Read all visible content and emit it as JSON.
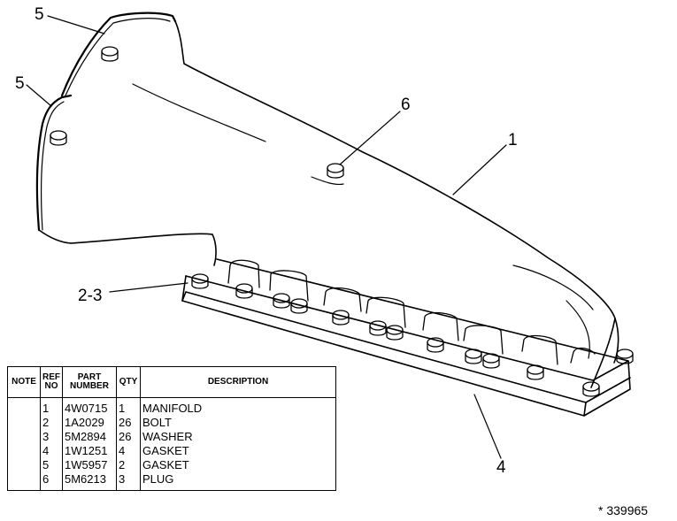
{
  "callouts": [
    {
      "id": "c5a",
      "label": "5"
    },
    {
      "id": "c5b",
      "label": "5"
    },
    {
      "id": "c6",
      "label": "6"
    },
    {
      "id": "c1",
      "label": "1"
    },
    {
      "id": "c23",
      "label": "2-3"
    },
    {
      "id": "c4",
      "label": "4"
    }
  ],
  "parts_table": {
    "headers": {
      "note": "NOTE",
      "ref_line1": "REF",
      "ref_line2": "NO",
      "part_line1": "PART",
      "part_line2": "NUMBER",
      "qty": "QTY",
      "description": "DESCRIPTION"
    },
    "rows": [
      {
        "note": "",
        "ref": "1",
        "part": "4W0715",
        "qty": "1",
        "description": "MANIFOLD"
      },
      {
        "note": "",
        "ref": "2",
        "part": "1A2029",
        "qty": "26",
        "description": "BOLT"
      },
      {
        "note": "",
        "ref": "3",
        "part": "5M2894",
        "qty": "26",
        "description": "WASHER"
      },
      {
        "note": "",
        "ref": "4",
        "part": "1W1251",
        "qty": "4",
        "description": "GASKET"
      },
      {
        "note": "",
        "ref": "5",
        "part": "1W5957",
        "qty": "2",
        "description": "GASKET"
      },
      {
        "note": "",
        "ref": "6",
        "part": "5M6213",
        "qty": "3",
        "description": "PLUG"
      }
    ]
  },
  "image_number": "* 339965"
}
